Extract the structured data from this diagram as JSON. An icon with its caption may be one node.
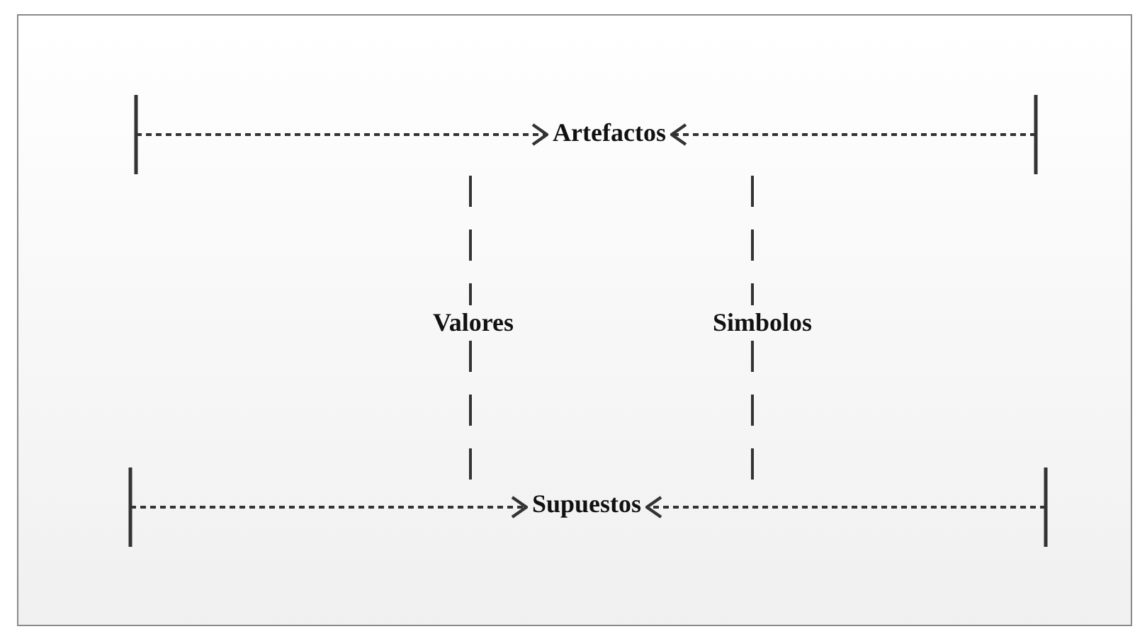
{
  "diagram": {
    "nodes": [
      {
        "text": [
          "Artefactos"
        ]
      },
      {
        "text": [
          "Valores"
        ]
      },
      {
        "text": [
          "Simbolos"
        ]
      },
      {
        "text": [
          "Supuestos"
        ]
      }
    ],
    "edges": [
      {
        "from": null,
        "to": 0,
        "arrow": "to",
        "style": "dashed"
      },
      {
        "from": null,
        "to": 0,
        "arrow": "to",
        "style": "dashed"
      },
      {
        "from": null,
        "to": 3,
        "arrow": "to",
        "style": "dashed"
      },
      {
        "from": null,
        "to": 3,
        "arrow": "to",
        "style": "dashed"
      }
    ]
  }
}
